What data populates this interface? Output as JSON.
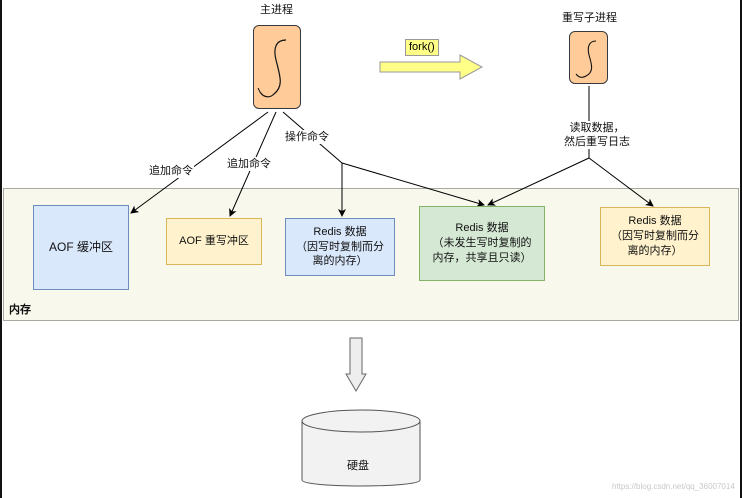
{
  "processes": {
    "main": {
      "title": "主进程"
    },
    "rewrite_child": {
      "title": "重写子进程"
    }
  },
  "fork_label": "fork()",
  "edge_labels": {
    "append_1": "追加命令",
    "append_2": "追加命令",
    "operate": "操作命令",
    "read_line1": "读取数据，",
    "read_line2": "然后重写日志"
  },
  "memory": {
    "label": "内存",
    "boxes": {
      "aof_buffer": "AOF 缓冲区",
      "aof_rewrite_buffer": "AOF 重写冲区",
      "redis_main": {
        "line1": "Redis 数据",
        "line2": "（因写时复制而分",
        "line3": "离的内存）"
      },
      "redis_shared": {
        "line1": "Redis 数据",
        "line2": "（未发生写时复制的",
        "line3": "内存，共享且只读）"
      },
      "redis_child": {
        "line1": "Redis 数据",
        "line2": "（因写时复制而分",
        "line3": "离的内存）"
      }
    }
  },
  "disk": {
    "label": "硬盘"
  },
  "watermark": "https://blog.csdn.net/qq_36007014",
  "colors": {
    "blue_fill": "#dae8fc",
    "yellow_fill": "#fff2cc",
    "green_fill": "#d5e8d4",
    "process_fill": "#ffcc99",
    "fork_arrow": "#ffff88",
    "memory_band": "#f8f8ec"
  },
  "icons": {
    "process": "script-s-icon",
    "fork_arrow": "right-arrow-icon",
    "flow_arrow": "down-arrow-icon",
    "disk": "cylinder-disk-icon"
  }
}
